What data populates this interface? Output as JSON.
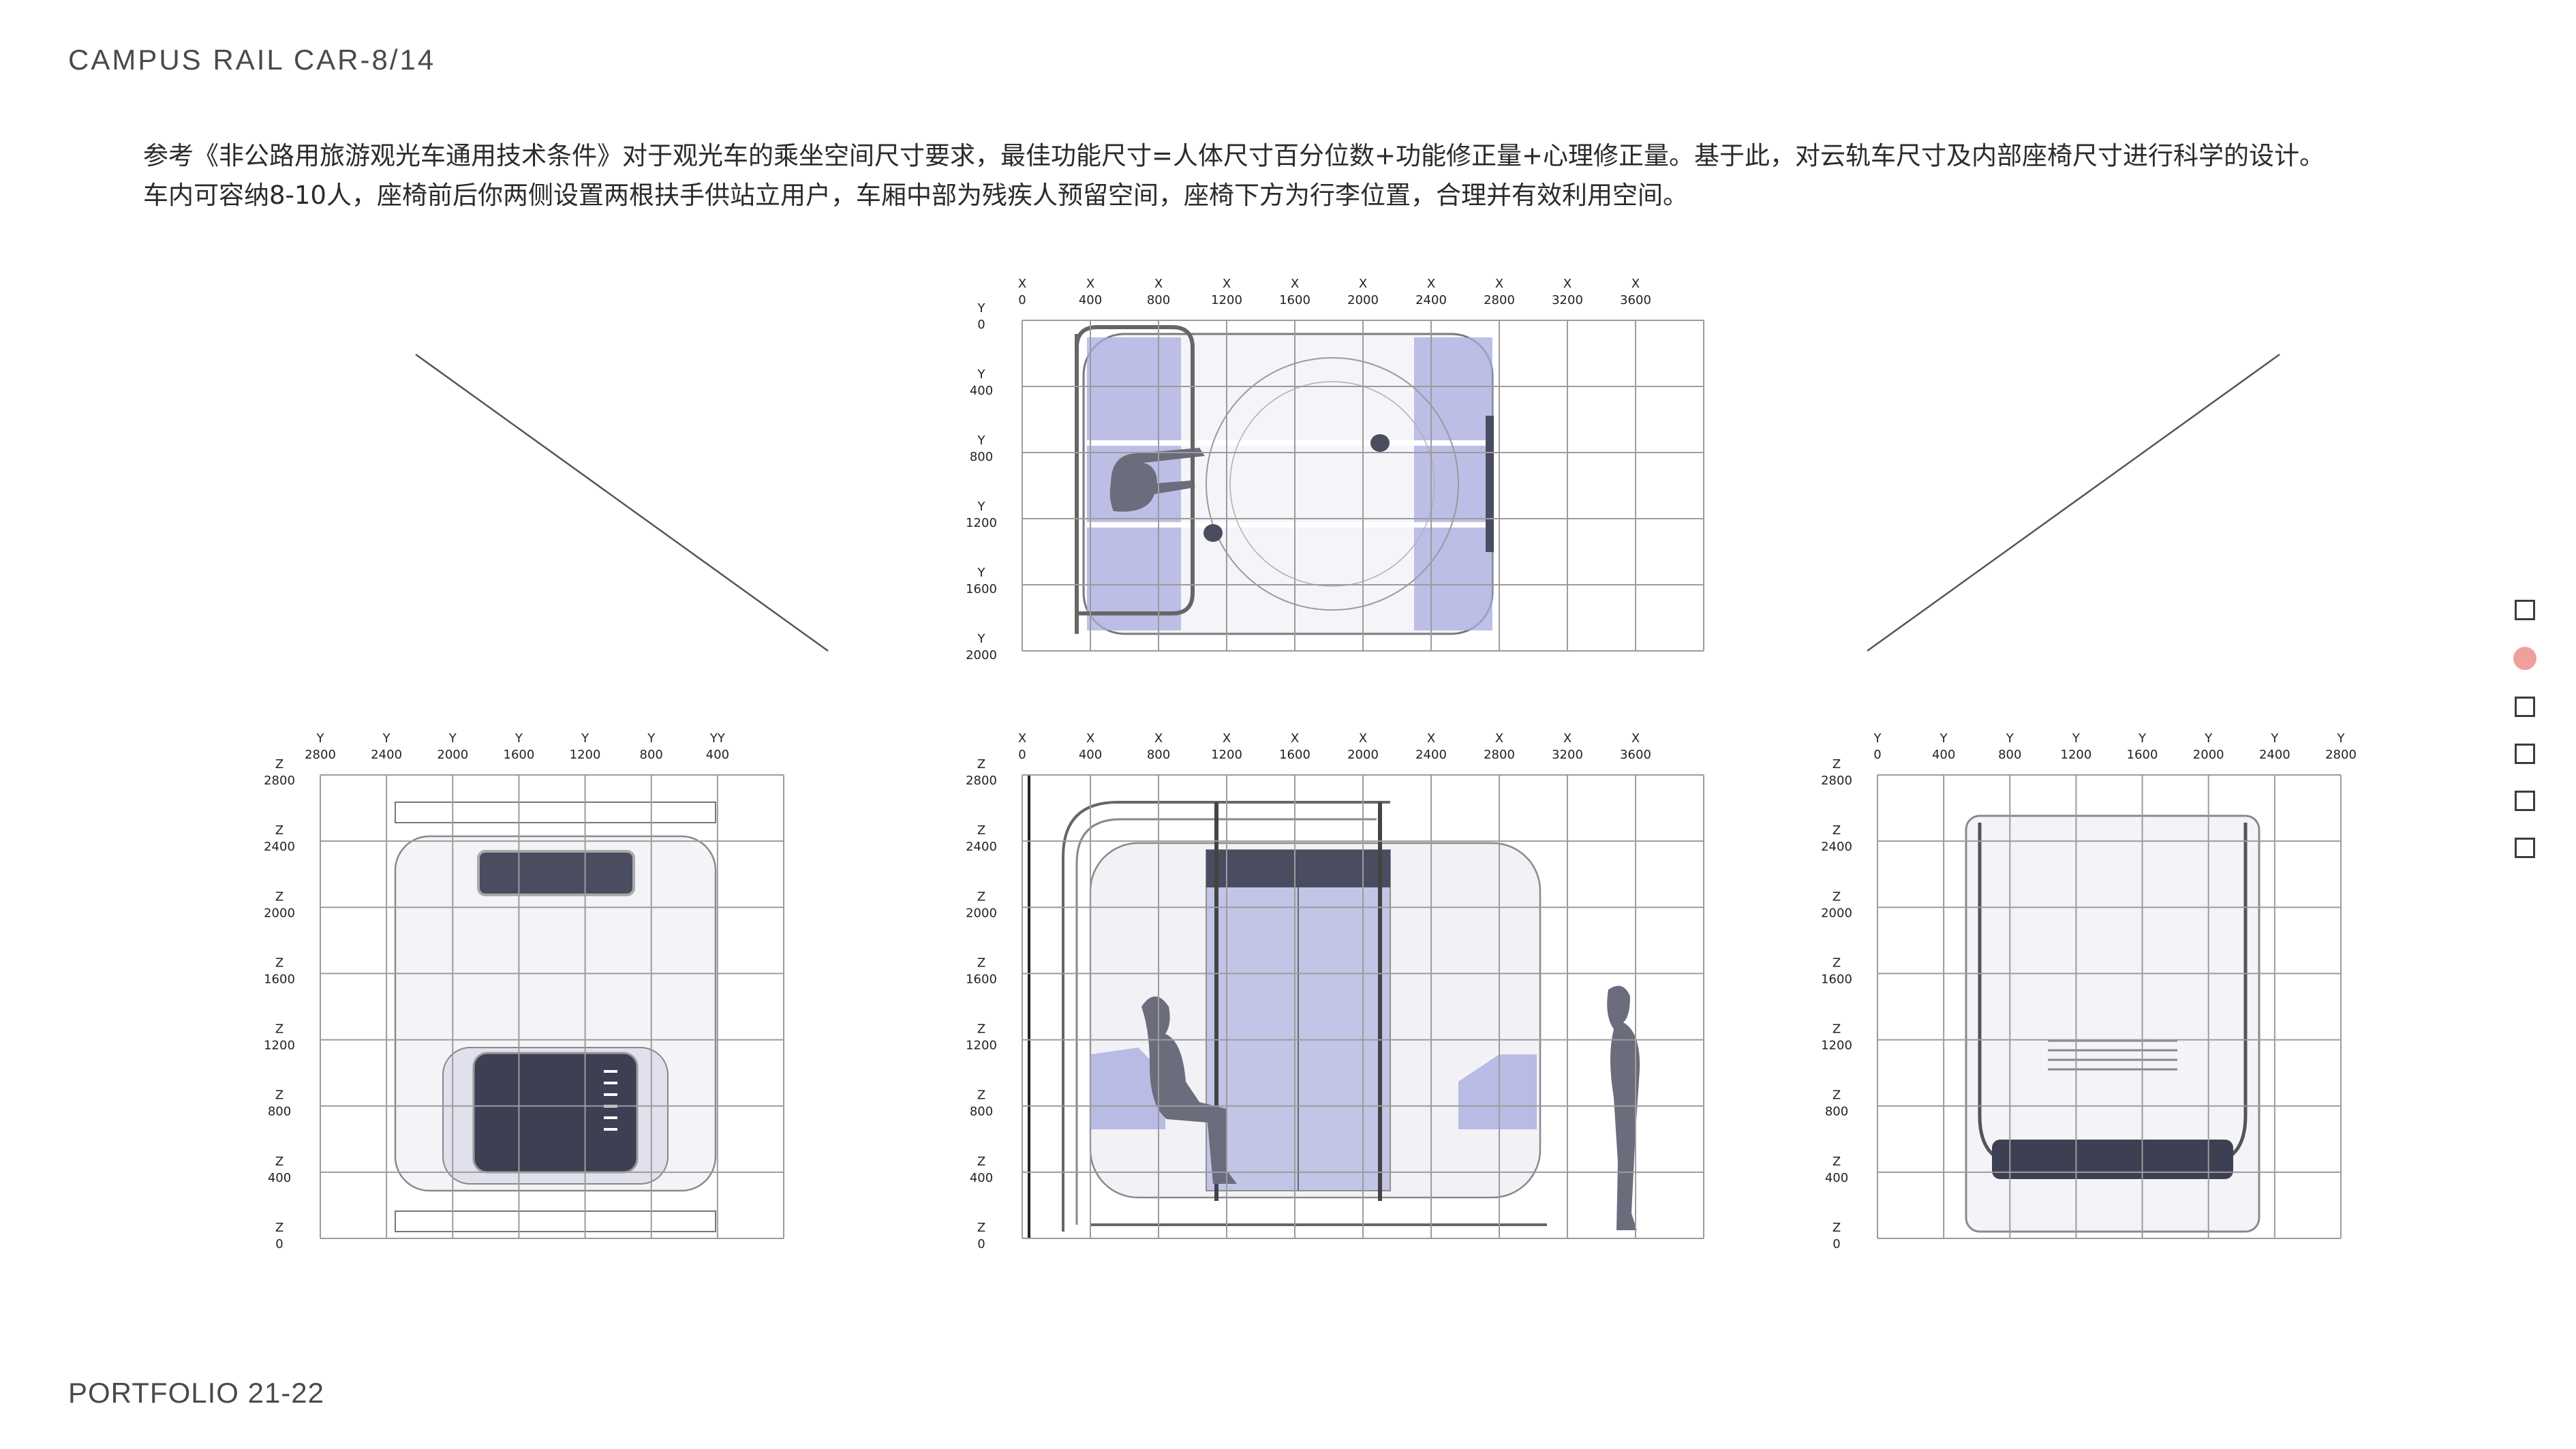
{
  "header": {
    "title": "CAMPUS RAIL CAR-8/14"
  },
  "footer": {
    "title": "PORTFOLIO 21-22"
  },
  "description": {
    "line1": "参考《非公路用旅游观光车通用技术条件》对于观光车的乘坐空间尺寸要求，最佳功能尺寸=人体尺寸百分位数+功能修正量+心理修正量。基于此，对云轨车尺寸及内部座椅尺寸进行科学的设计。",
    "line2": "车内可容纳8-10人，座椅前后你两侧设置两根扶手供站立用户，车厢中部为残疾人预留空间，座椅下方为行李位置，合理并有效利用空间。"
  },
  "colors": {
    "accent": "#f0a09a",
    "seat": "#8a8fd0",
    "dark_panel": "#3d3f52",
    "grid": "#9c9c9c"
  },
  "views": {
    "top": {
      "x_ticks": [
        "0",
        "400",
        "800",
        "1200",
        "1600",
        "2000",
        "2400",
        "2800",
        "3200",
        "3600"
      ],
      "y_ticks": [
        "0",
        "400",
        "800",
        "1200",
        "1600",
        "2000"
      ]
    },
    "side": {
      "x_ticks": [
        "0",
        "400",
        "800",
        "1200",
        "1600",
        "2000",
        "2400",
        "2800",
        "3200",
        "3600"
      ],
      "z_ticks": [
        "2800",
        "2400",
        "2000",
        "1600",
        "1200",
        "800",
        "400",
        "0"
      ]
    },
    "front": {
      "y_ticks": [
        "2800",
        "2400",
        "2000",
        "1600",
        "1200",
        "800",
        "400"
      ],
      "z_ticks": [
        "2800",
        "2400",
        "2000",
        "1600",
        "1200",
        "800",
        "400",
        "0"
      ]
    },
    "rear": {
      "y_ticks": [
        "0",
        "400",
        "800",
        "1200",
        "1600",
        "2000",
        "2400",
        "2800"
      ],
      "z_ticks": [
        "2800",
        "2400",
        "2000",
        "1600",
        "1200",
        "800",
        "400",
        "0"
      ]
    }
  },
  "axis_letters": {
    "x": "X",
    "y": "Y",
    "z": "Z",
    "y_last": "YY"
  },
  "nav": {
    "count": 6,
    "active_index": 1
  }
}
